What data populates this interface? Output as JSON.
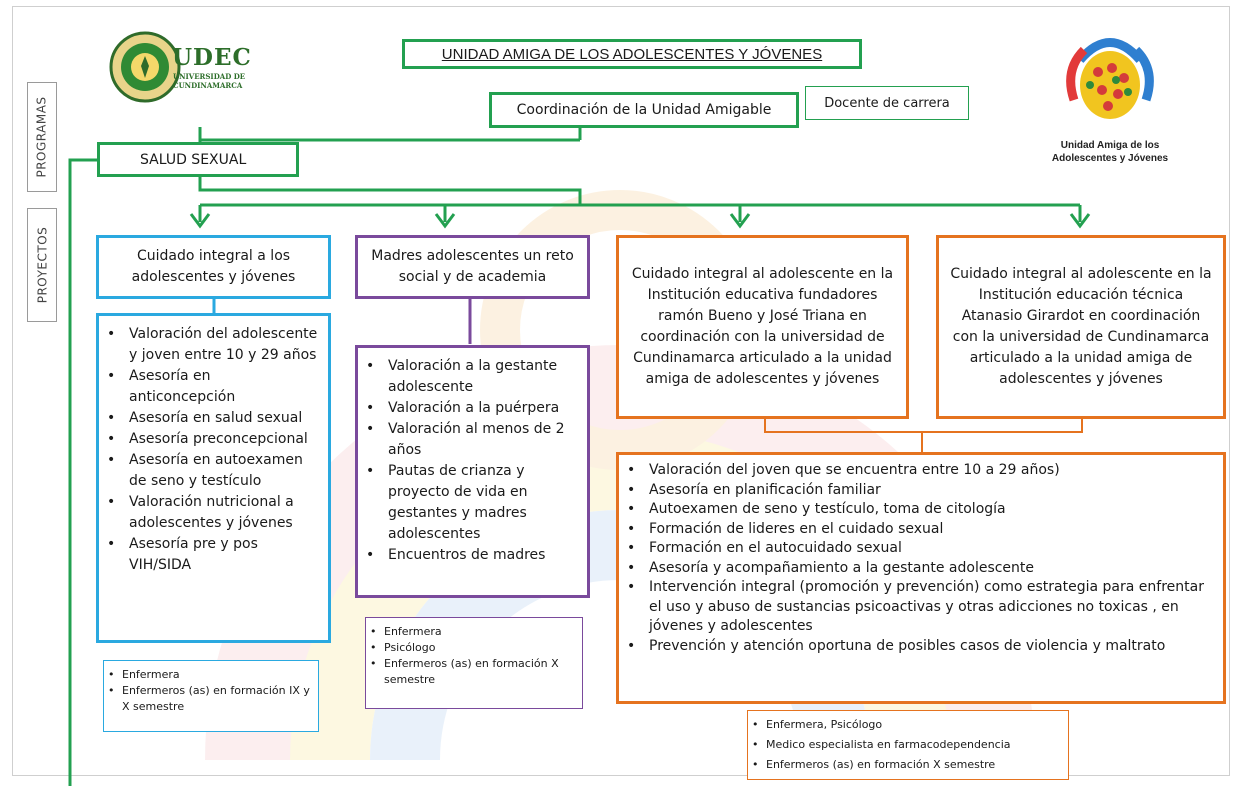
{
  "header": {
    "title": "UNIDAD AMIGA DE LOS ADOLESCENTES Y JÓVENES",
    "udec_logo_name": "UDEC",
    "udec_logo_sub1": "UNIVERSIDAD DE",
    "udec_logo_sub2": "CUNDINAMARCA",
    "right_logo_line1": "Unidad Amiga de los",
    "right_logo_line2": "Adolescentes y Jóvenes"
  },
  "side_labels": {
    "programas": "PROGRAMAS",
    "proyectos": "PROYECTOS"
  },
  "coordination": {
    "label": "Coordinación de la Unidad Amigable",
    "docente": "Docente de carrera"
  },
  "program": {
    "label": "SALUD SEXUAL"
  },
  "projects": [
    {
      "title": "Cuidado integral a los adolescentes y jóvenes",
      "activities": [
        "Valoración del adolescente y joven entre 10 y 29 años",
        "Asesoría en anticoncepción",
        "Asesoría en salud sexual",
        "Asesoría preconcepcional",
        "Asesoría en autoexamen de seno y testículo",
        "Valoración nutricional a adolescentes y jóvenes",
        "Asesoría pre y pos VIH/SIDA"
      ],
      "staff": [
        "Enfermera",
        "Enfermeros (as) en formación IX y X semestre"
      ]
    },
    {
      "title": "Madres adolescentes un reto social y de academia",
      "activities": [
        "Valoración a la gestante adolescente",
        "Valoración a la puérpera",
        "Valoración al menos de 2 años",
        "Pautas de crianza y proyecto de vida en gestantes y madres adolescentes",
        "Encuentros de madres"
      ],
      "staff": [
        "Enfermera",
        "Psicólogo",
        "Enfermeros (as) en formación X semestre"
      ]
    },
    {
      "title": "Cuidado integral al adolescente en la Institución educativa fundadores ramón Bueno y José Triana en coordinación con la universidad de Cundinamarca articulado a la unidad amiga de adolescentes y jóvenes"
    },
    {
      "title": "Cuidado integral al adolescente en la Institución educación técnica Atanasio Girardot en coordinación con la universidad de Cundinamarca articulado a la unidad amiga de adolescentes y jóvenes"
    }
  ],
  "shared": {
    "activities": [
      "Valoración del joven que se encuentra entre 10 a 29 años)",
      "Asesoría en planificación familiar",
      "Autoexamen de seno y testículo, toma de citología",
      "Formación de lideres en el cuidado sexual",
      "Formación en el autocuidado sexual",
      "Asesoría y acompañamiento a la gestante adolescente",
      "Intervención integral (promoción y prevención) como estrategia para enfrentar el uso y abuso de sustancias psicoactivas  y otras adicciones no toxicas , en jóvenes y adolescentes",
      "Prevención y atención oportuna de posibles casos de violencia y maltrato"
    ],
    "staff": [
      "Enfermera, Psicólogo",
      "Medico especialista en farmacodependencia",
      "Enfermeros (as) en formación X semestre"
    ]
  },
  "colors": {
    "green": "#23a050",
    "blue": "#2aa9e0",
    "purple": "#7a4a9c",
    "orange": "#e5731f"
  }
}
